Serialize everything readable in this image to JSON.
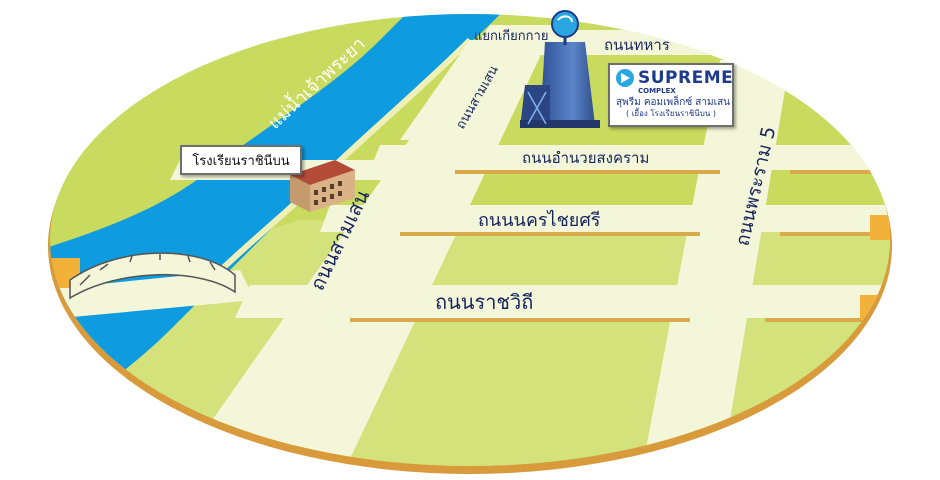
{
  "labels": {
    "river": "แม่น้ำเจ้าพระยา",
    "school": "โรงเรียนราชินีบน",
    "intersection": "แยกเกียกกาย",
    "road_thahan": "ถนนทหาร",
    "road_samsen_upper": "ถนนสามเสน",
    "road_samsen_main": "ถนนสามเสน",
    "road_amnuay_songkhram": "ถนนอำนวยสงคราม",
    "road_nakhon_chaisri": "ถนนนครไชยศรี",
    "road_ratchawithi": "ถนนราชวิถี",
    "road_phra_ram_5": "ถนนพระราม 5"
  },
  "project": {
    "brand": "SUPREME",
    "brand_sub": "COMPLEX",
    "thai_name": "สุพรีม คอมเพล็กซ์ สามเสน",
    "thai_note": "( เยื้อง โรงเรียนราชินีบน )"
  },
  "colors": {
    "land": "#c8db5e",
    "land_light": "#dfe98a",
    "river": "#0e9be0",
    "road": "#f4f6da",
    "block_rim": "#d9a94a",
    "ellipse_rim": "#d99a3c",
    "label": "#17245e",
    "tower": "#3f5fa8"
  },
  "icons": [
    "building-icon",
    "tower-icon",
    "bridge-icon",
    "brand-mark-icon"
  ]
}
